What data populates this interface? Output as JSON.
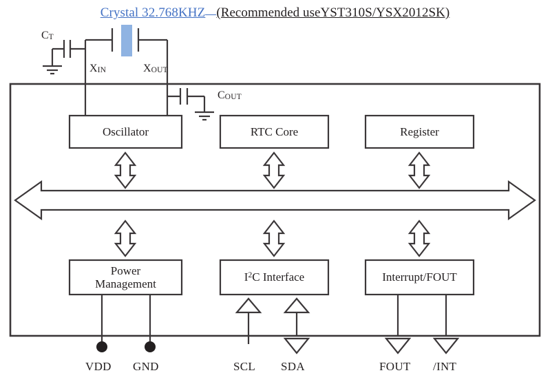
{
  "title": {
    "link_text": "Crystal 32.768KHZ",
    "note_text": "(Recommended useYST310S/YSX2012SK)",
    "link_color": "#4472C4"
  },
  "colors": {
    "line": "#3b3739",
    "crystal_fill": "#8FB3E2",
    "text": "#231f20",
    "background": "#ffffff"
  },
  "external_circuit": {
    "crystal_name": "crystal-symbol",
    "capacitors": [
      {
        "id": "ct",
        "label_main": "C",
        "label_sub": "T"
      },
      {
        "id": "cout",
        "label_main": "C",
        "label_sub": "OUT"
      }
    ],
    "nodes": [
      {
        "id": "xin",
        "label_main": "X",
        "label_sub": "IN"
      },
      {
        "id": "xout",
        "label_main": "X",
        "label_sub": "OUT"
      }
    ]
  },
  "blocks": {
    "top": [
      {
        "id": "oscillator",
        "label": "Oscillator"
      },
      {
        "id": "rtc-core",
        "label": "RTC Core"
      },
      {
        "id": "register",
        "label": "Register"
      }
    ],
    "bottom": [
      {
        "id": "power-management",
        "label": "Power\nManagement",
        "line1": "Power",
        "line2": "Management"
      },
      {
        "id": "i2c-interface",
        "label": "I²C Interface",
        "pre": "I",
        "sup": "2",
        "post": "C Interface"
      },
      {
        "id": "interrupt-fout",
        "label": "Interrupt/FOUT"
      }
    ]
  },
  "bus": {
    "name": "internal-bus",
    "type": "double-headed-horizontal-arrow"
  },
  "pins": [
    {
      "id": "vdd",
      "label": "VDD",
      "terminal": "dot"
    },
    {
      "id": "gnd",
      "label": "GND",
      "terminal": "dot"
    },
    {
      "id": "scl",
      "label": "SCL",
      "terminal": "line"
    },
    {
      "id": "sda",
      "label": "SDA",
      "terminal": "arrow-down"
    },
    {
      "id": "fout",
      "label": "FOUT",
      "terminal": "arrow-down"
    },
    {
      "id": "int",
      "label": "/INT",
      "terminal": "arrow-down"
    }
  ]
}
